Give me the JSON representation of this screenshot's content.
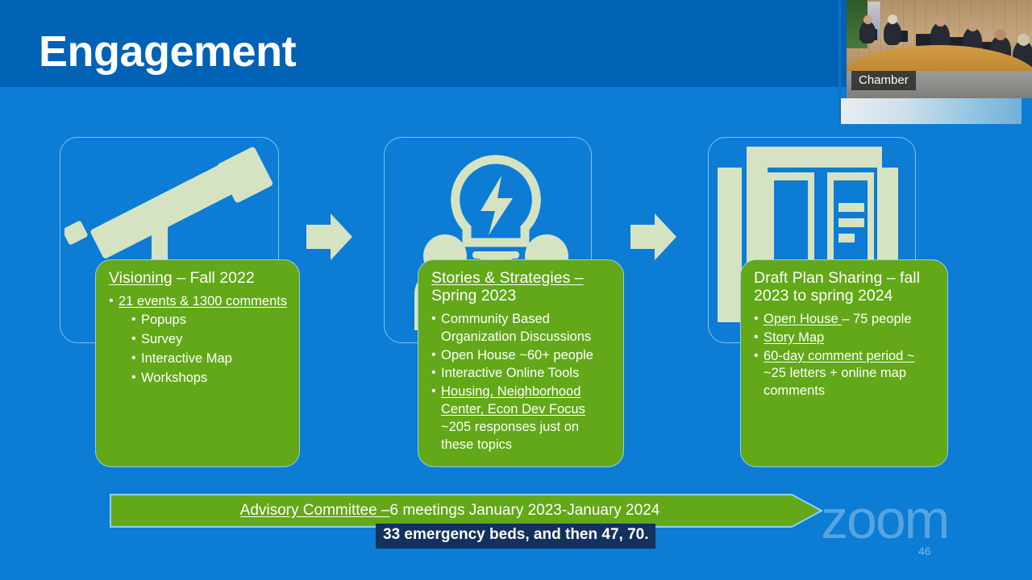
{
  "slide": {
    "title": "Engagement",
    "page_number": "46",
    "colors": {
      "background_blue": "#0C7CD5",
      "header_blue": "#0062B5",
      "green": "#62A818",
      "icon_sage": "#D6E3C2",
      "outline_blue": "#7FC4EE",
      "caption_bg": "#13315C"
    }
  },
  "stages": [
    {
      "icon": "telescope-icon",
      "title_underlined": "Visioning",
      "title_rest": " – Fall 2022",
      "bullets": [
        {
          "text": "21 events & 1300 comments",
          "underline": true,
          "sub": [
            "Popups",
            "Survey",
            "Interactive Map",
            "Workshops"
          ]
        }
      ]
    },
    {
      "icon": "idea-lightbulb-people-icon",
      "title_underlined": "Stories & Strategies –",
      "title_rest": " Spring 2023",
      "bullets": [
        {
          "text": "Community Based Organization Discussions",
          "underline": false,
          "sub": []
        },
        {
          "text": "Open House ~60+ people",
          "underline": false,
          "sub": []
        },
        {
          "text": "Interactive Online Tools",
          "underline": false,
          "sub": []
        },
        {
          "text": "Housing, Neighborhood Center, Econ Dev Focus",
          "underline": true,
          "tail": " ~205 responses just on these topics",
          "sub": []
        }
      ]
    },
    {
      "icon": "stacked-plans-icon",
      "title_underlined": "",
      "title_rest": "Draft Plan Sharing – fall 2023 to spring 2024",
      "bullets": [
        {
          "text": "Open House ",
          "underline": true,
          "tail": "– 75 people",
          "sub": []
        },
        {
          "text": "Story Map",
          "underline": true,
          "sub": []
        },
        {
          "text": "60-day comment period ~",
          "underline": true,
          "tail": " ~25 letters + online map comments",
          "sub": []
        }
      ]
    }
  ],
  "banner": {
    "underlined": "Advisory Committee –",
    "rest": " 6 meetings January 2023-January 2024"
  },
  "caption": {
    "text": "33 emergency beds, and then 47, 70."
  },
  "video": {
    "label": "Chamber"
  },
  "watermark": {
    "brand": "zoom"
  }
}
